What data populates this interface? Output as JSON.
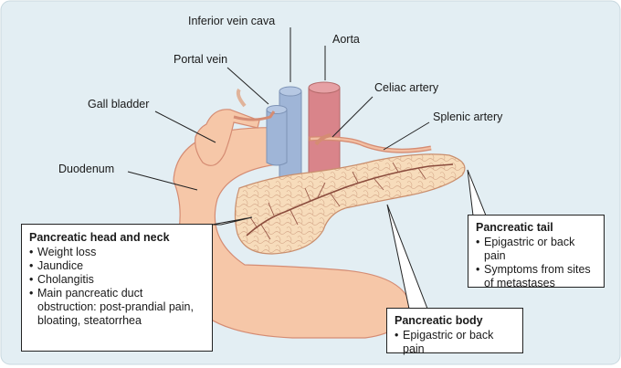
{
  "labels": {
    "inferior_vein_cava": "Inferior vein cava",
    "aorta": "Aorta",
    "portal_vein": "Portal vein",
    "celiac_artery": "Celiac artery",
    "gall_bladder": "Gall bladder",
    "splenic_artery": "Splenic artery",
    "duodenum": "Duodenum"
  },
  "boxes": {
    "head": {
      "title": "Pancreatic head and neck",
      "items": [
        "Weight loss",
        "Jaundice",
        "Cholangitis",
        "Main pancreatic duct obstruction: post-prandial pain, bloating, steatorrhea"
      ]
    },
    "tail": {
      "title": "Pancreatic tail",
      "items": [
        "Epigastric or back pain",
        "Symptoms from sites of metastases"
      ]
    },
    "body": {
      "title": "Pancreatic body",
      "items": [
        "Epigastric or back pain"
      ]
    }
  },
  "colors": {
    "background": "#e3eef3",
    "organ_fill": "#f6c7a8",
    "organ_stroke": "#d58c73",
    "pancreas_fill": "#f7dcbb",
    "aorta": "#d9848a",
    "ivc": "#9fb5d7",
    "vessel_line": "#b56a6a"
  }
}
